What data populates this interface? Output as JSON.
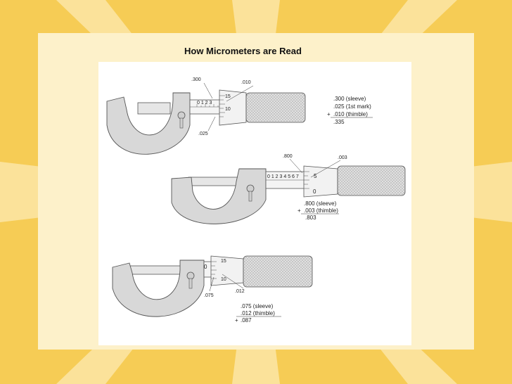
{
  "slide": {
    "title": "How Micrometers are Read"
  },
  "colors": {
    "background": "#f6cc55",
    "rays": "#fbe29a",
    "panel": "#fdf1ca",
    "figure_background": "#ffffff",
    "metal": "#d8d8d8",
    "outline": "#555555"
  },
  "figure": {
    "micrometer_1": {
      "sleeve_pointer": ".300",
      "thimble_pointer": ".010",
      "first_mark_pointer": ".025",
      "sleeve_scale": "0 1 2 3",
      "thimble_scale_top": "15",
      "thimble_scale_bottom": "10",
      "calc": {
        "sleeve": ".300 (sleeve)",
        "first_mark": ".025 (1st mark)",
        "plus": "+",
        "thimble": ".010 (thimble)",
        "total": ".335"
      }
    },
    "micrometer_2": {
      "sleeve_pointer": ".800",
      "thimble_pointer": ".003",
      "sleeve_scale": "0 1 2 3 4 5 6 7",
      "thimble_scale_top": "5",
      "thimble_scale_bottom": "0",
      "calc": {
        "sleeve": ".800 (sleeve)",
        "plus": "+",
        "thimble": ".003 (thimble)",
        "total": ".803"
      }
    },
    "micrometer_3": {
      "sleeve_pointer": ".075",
      "thimble_pointer": ".012",
      "sleeve_scale": "0",
      "thimble_scale_top": "15",
      "thimble_scale_bottom": "10",
      "calc": {
        "sleeve": ".075 (sleeve)",
        "thimble": ".012 (thimble)",
        "plus": "+",
        "total": ".087"
      }
    }
  }
}
